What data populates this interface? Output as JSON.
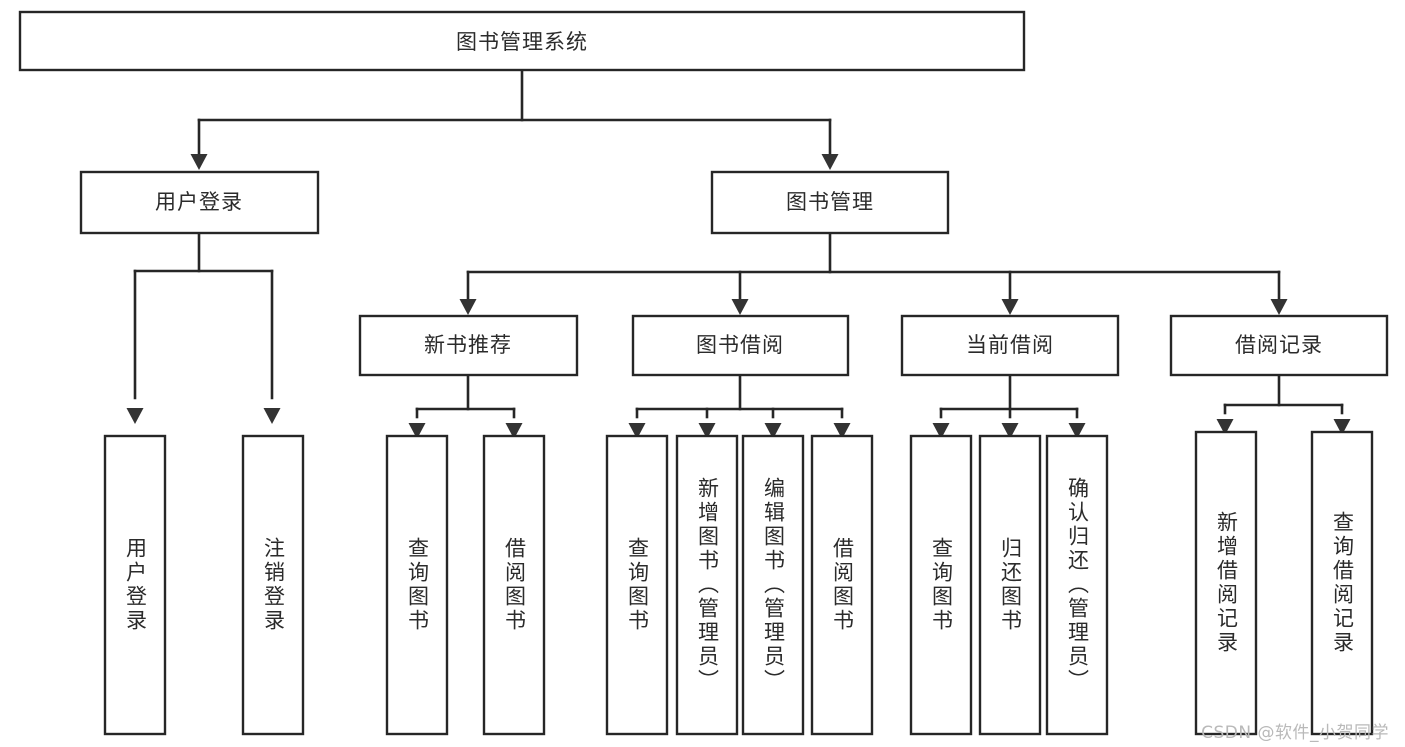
{
  "diagram": {
    "type": "tree",
    "title": "图书管理系统",
    "watermark": "CSDN @软件_小贺同学",
    "colors": {
      "box_stroke": "#262626",
      "box_fill": "#ffffff",
      "text": "#2b2b2b",
      "connector": "#262626",
      "watermark": "#b9b9b9",
      "background": "#ffffff"
    },
    "levels": {
      "root": {
        "label": "图书管理系统"
      },
      "level2": [
        {
          "label": "用户登录"
        },
        {
          "label": "图书管理"
        }
      ],
      "level3": [
        {
          "label": "新书推荐"
        },
        {
          "label": "图书借阅"
        },
        {
          "label": "当前借阅"
        },
        {
          "label": "借阅记录"
        }
      ],
      "leaves": {
        "user_login": [
          {
            "label": "用户登录"
          },
          {
            "label": "注销登录"
          }
        ],
        "new_book_recommend": [
          {
            "label": "查询图书"
          },
          {
            "label": "借阅图书"
          }
        ],
        "book_borrow": [
          {
            "label": "查询图书"
          },
          {
            "label": "新增图书（管理员）"
          },
          {
            "label": "编辑图书（管理员）"
          },
          {
            "label": "借阅图书"
          }
        ],
        "current_borrow": [
          {
            "label": "查询图书"
          },
          {
            "label": "归还图书"
          },
          {
            "label": "确认归还（管理员）"
          }
        ],
        "borrow_record": [
          {
            "label": "新增借阅记录"
          },
          {
            "label": "查询借阅记录"
          }
        ]
      }
    }
  }
}
